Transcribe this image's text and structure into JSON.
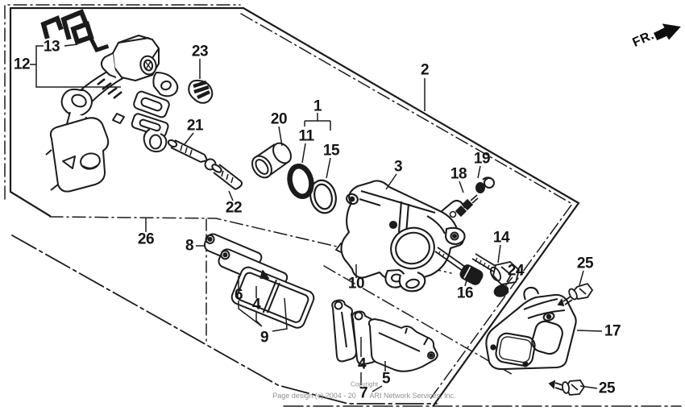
{
  "title": "Rear brake caliper exploded parts diagram",
  "fr_label": "FR.",
  "colors": {
    "ink": "#1b1b1b",
    "paper": "#ffffff",
    "watermark": "#8f8f8f"
  },
  "watermark": {
    "line1": "Copyright",
    "line2_left": "Page design (c) 2004 - 20",
    "line2_right": "ARI Network Services, Inc."
  },
  "callouts": [
    {
      "num": "1"
    },
    {
      "num": "2"
    },
    {
      "num": "3"
    },
    {
      "num": "4"
    },
    {
      "num": "4"
    },
    {
      "num": "5"
    },
    {
      "num": "6"
    },
    {
      "num": "7"
    },
    {
      "num": "8"
    },
    {
      "num": "9"
    },
    {
      "num": "10"
    },
    {
      "num": "11"
    },
    {
      "num": "12"
    },
    {
      "num": "13"
    },
    {
      "num": "14"
    },
    {
      "num": "15"
    },
    {
      "num": "16"
    },
    {
      "num": "17"
    },
    {
      "num": "18"
    },
    {
      "num": "19"
    },
    {
      "num": "20"
    },
    {
      "num": "21"
    },
    {
      "num": "22"
    },
    {
      "num": "23"
    },
    {
      "num": "24"
    },
    {
      "num": "25"
    },
    {
      "num": "25"
    },
    {
      "num": "26"
    }
  ]
}
